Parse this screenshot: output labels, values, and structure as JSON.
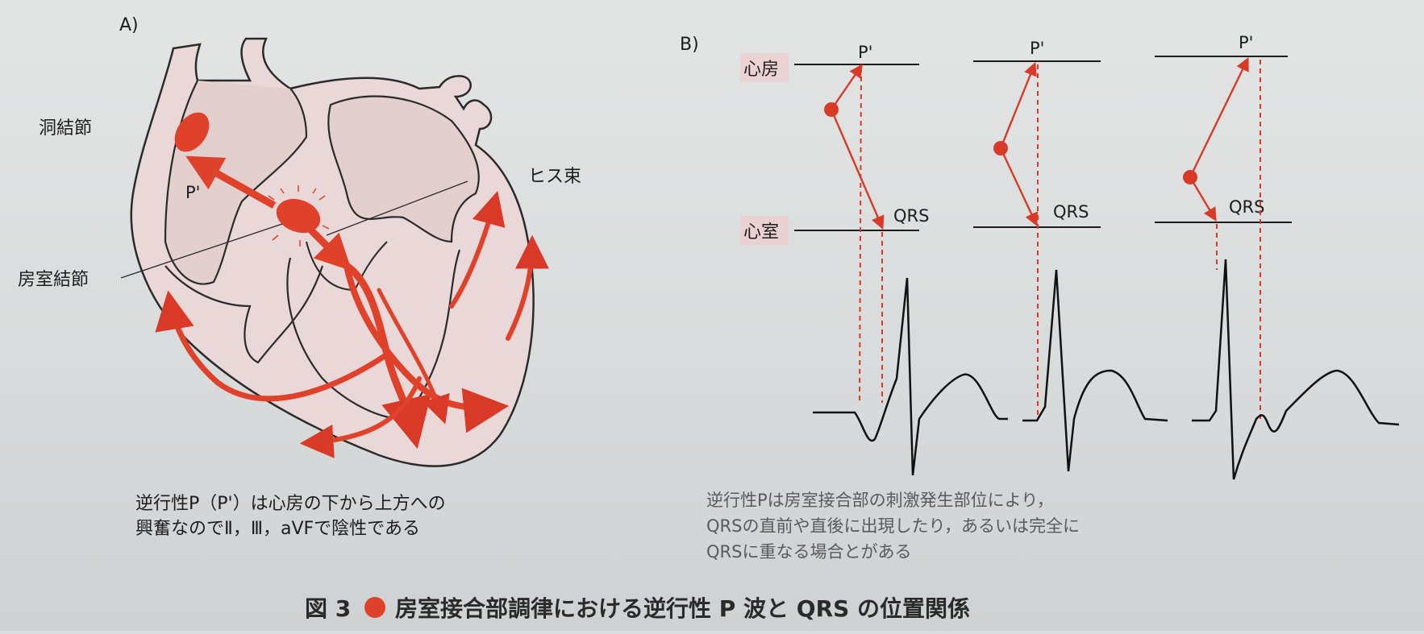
{
  "panel_a": {
    "label": "A)",
    "sa_node": "洞結節",
    "p_prime": "P'",
    "av_node": "房室結節",
    "his_bundle": "ヒス束",
    "caption_line1": "逆行性P（P'）は心房の下から上方への",
    "caption_line2": "興奮なのでⅡ，Ⅲ，aVFで陰性である"
  },
  "panel_b": {
    "label": "B)",
    "atrium": "心房",
    "ventricle": "心室",
    "cases": [
      {
        "p_label": "P'",
        "qrs_label": "QRS"
      },
      {
        "p_label": "P'",
        "qrs_label": "QRS"
      },
      {
        "p_label": "P'",
        "qrs_label": "QRS"
      }
    ],
    "caption_line1": "逆行性Pは房室接合部の刺激発生部位により，",
    "caption_line2": "QRSの直前や直後に出現したり，あるいは完全に",
    "caption_line3": "QRSに重なる場合とがある"
  },
  "figure_title": {
    "number": "図 3",
    "text": "房室接合部調律における逆行性 P 波と QRS の位置関係"
  },
  "colors": {
    "accent_red": "#e0412a",
    "heart_fill": "#ead7d7",
    "outline": "#2a2a2a"
  }
}
